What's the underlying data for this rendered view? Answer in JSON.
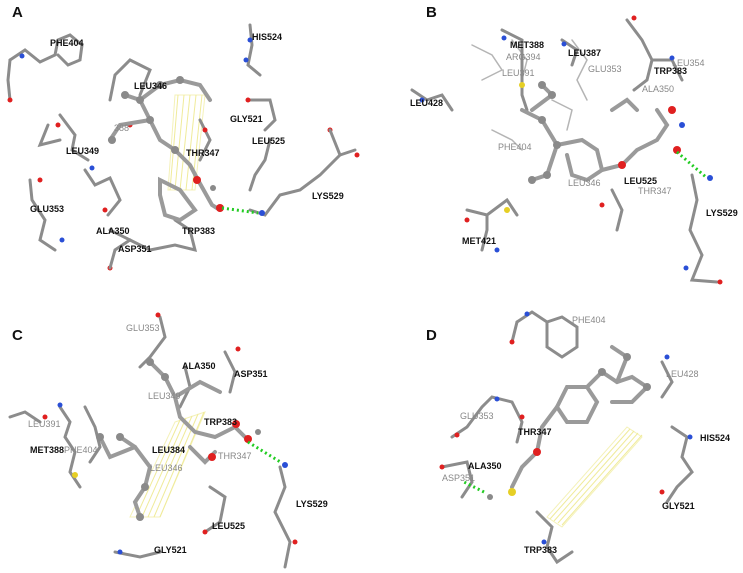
{
  "panels": [
    {
      "letter": "A",
      "labels": [
        "PHE404",
        "HIS524",
        "LEU346",
        "GLY521",
        "LEU349",
        "THR347",
        "LEU525",
        "GLU353",
        "LYS529",
        "ALA350",
        "TRP383",
        "ASP351"
      ],
      "faint_labels": [
        "388"
      ]
    },
    {
      "letter": "B",
      "labels": [
        "MET388",
        "LEU387",
        "TRP383",
        "LEU428",
        "LEU525",
        "LYS529",
        "MET421"
      ],
      "faint_labels": [
        "ARG394",
        "LEU391",
        "GLU353",
        "LEU354",
        "ALA350",
        "PHE404",
        "LEU346",
        "THR347"
      ]
    },
    {
      "letter": "C",
      "labels": [
        "ALA350",
        "ASP351",
        "TRP383",
        "MET388",
        "LEU384",
        "LYS529",
        "LEU525",
        "GLY521"
      ],
      "faint_labels": [
        "GLU353",
        "LEU349",
        "LEU391",
        "PHE404",
        "LEU346",
        "THR347"
      ]
    },
    {
      "letter": "D",
      "labels": [
        "THR347",
        "HIS524",
        "ALA350",
        "GLY521",
        "TRP383"
      ],
      "faint_labels": [
        "PHE404",
        "LEU428",
        "GLU353",
        "ASP351"
      ]
    }
  ]
}
